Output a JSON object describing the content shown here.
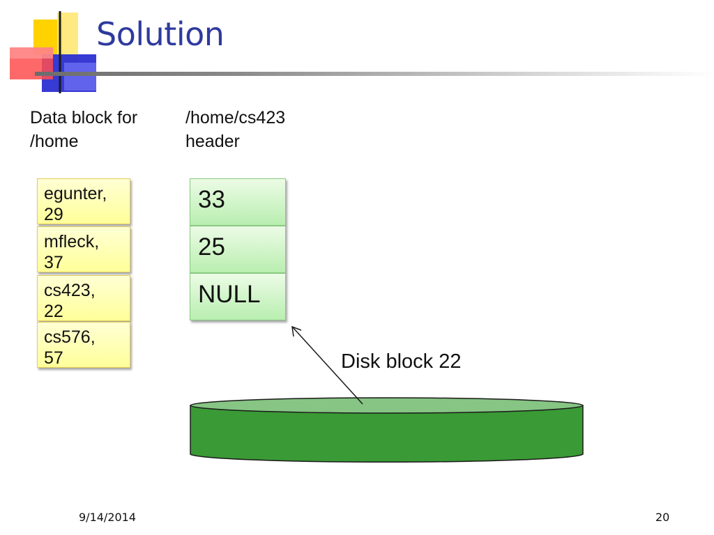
{
  "slide": {
    "title": "Solution",
    "date": "9/14/2014",
    "page_number": "20"
  },
  "home_block": {
    "label": "Data block for\n/home",
    "entries": [
      {
        "name": "egunter,",
        "block": "29"
      },
      {
        "name": "mfleck,",
        "block": "37"
      },
      {
        "name": "cs423,",
        "block": "22"
      },
      {
        "name": "cs576,",
        "block": "57"
      }
    ]
  },
  "cs423_header": {
    "label": "/home/cs423\nheader",
    "cells": [
      "33",
      "25",
      "NULL"
    ]
  },
  "disk": {
    "label": "Disk block 22"
  },
  "colors": {
    "title": "#2f3a9e",
    "entry_fill": "#ffff9a",
    "header_fill": "#b9eeb0",
    "disk_body": "#3a9a35",
    "disk_top": "#86c583"
  }
}
